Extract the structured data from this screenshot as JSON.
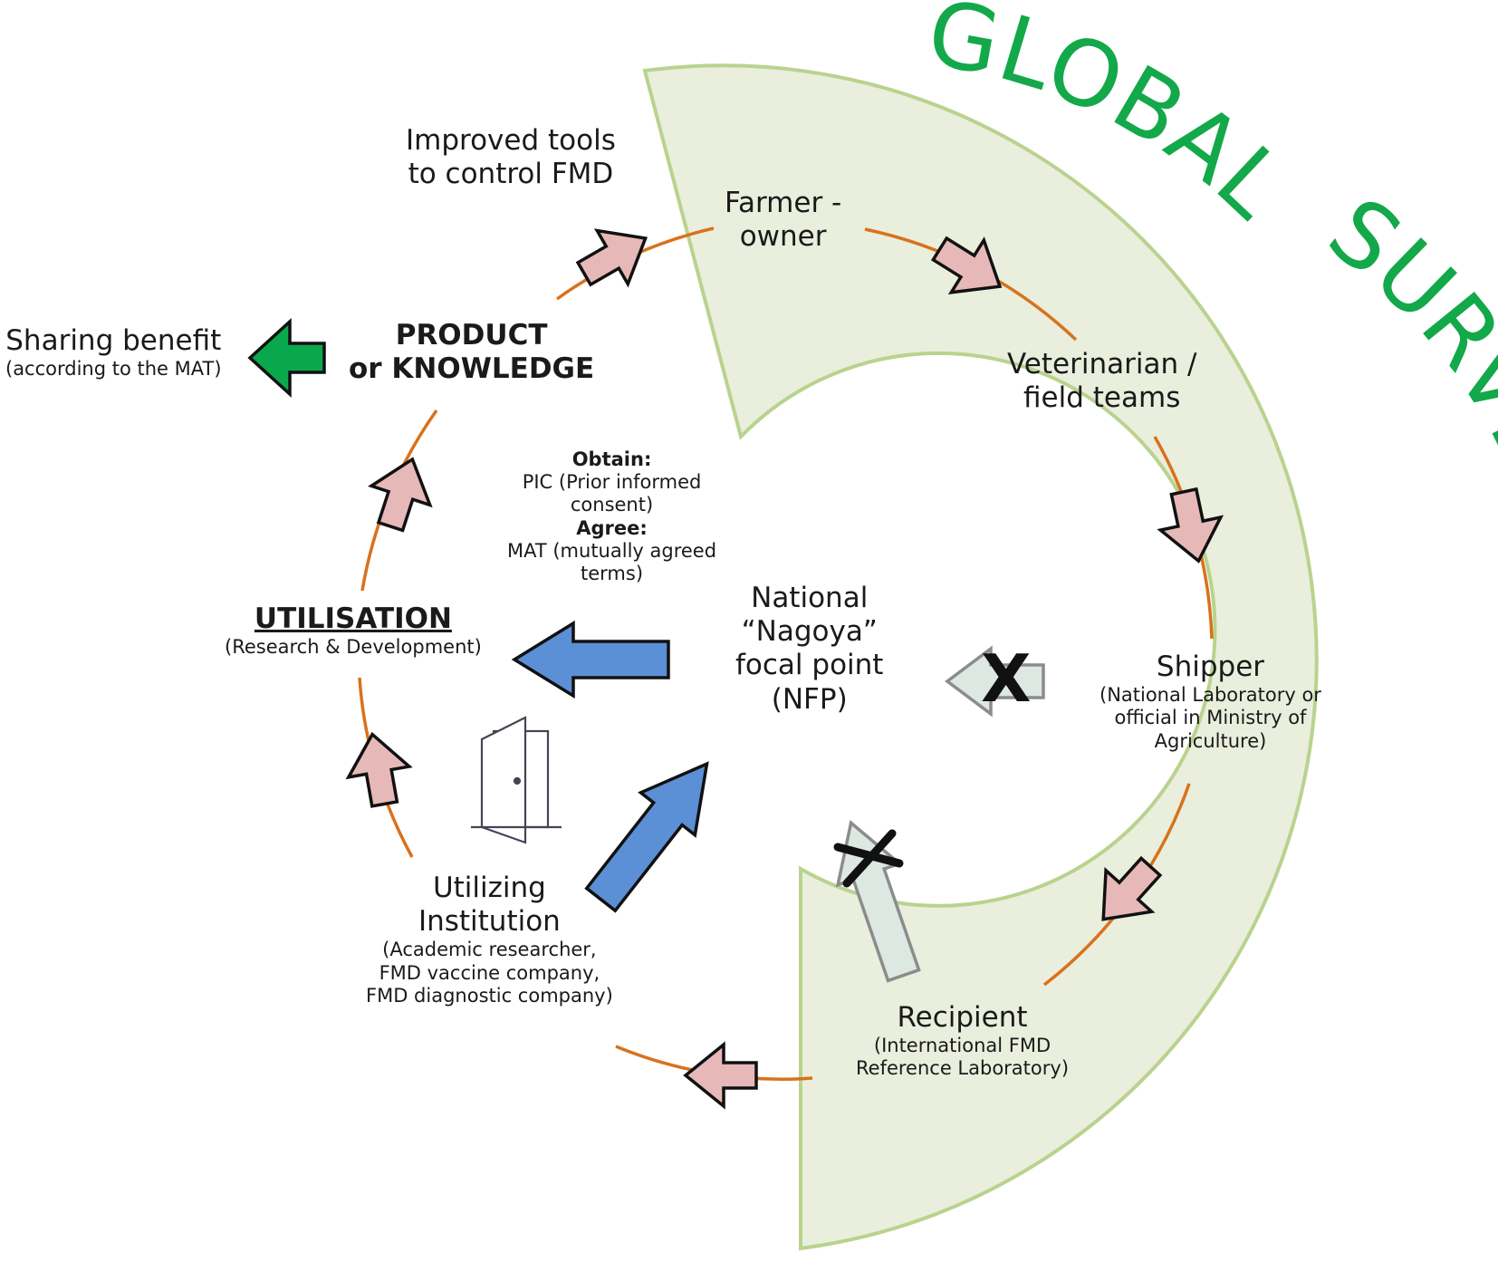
{
  "title_arc": {
    "word1": "GLOBAL",
    "word2": "SURVEILLANCE",
    "color": "#13a84a"
  },
  "colors": {
    "band_fill": "#e9efdc",
    "band_stroke": "#b9d38f",
    "cycle_line": "#d9711c",
    "cycle_arrow_fill": "#e6b9b8",
    "access_arrow_fill": "#5b8fd6",
    "benefit_arrow_fill": "#0aa84c",
    "blocked_arrow_fill": "#dde8e3",
    "blocked_arrow_stroke": "#8c8c8c"
  },
  "nodes": {
    "improved_tools": [
      "Improved tools",
      "to control FMD"
    ],
    "farmer": [
      "Farmer -",
      "owner"
    ],
    "veterinarian": [
      "Veterinarian /",
      "field teams"
    ],
    "shipper": {
      "title": "Shipper",
      "detail": [
        "(National Laboratory or",
        "official in Ministry of",
        "Agriculture)"
      ]
    },
    "recipient": {
      "title": "Recipient",
      "detail": [
        "(International FMD",
        "Reference Laboratory)"
      ]
    },
    "utilizing": {
      "title": [
        "Utilizing",
        "Institution"
      ],
      "detail": [
        "(Academic researcher,",
        "FMD vaccine company,",
        "FMD diagnostic company)"
      ]
    },
    "utilisation": {
      "title": "UTILISATION",
      "detail": "(Research & Development)"
    },
    "product": [
      "PRODUCT",
      "or KNOWLEDGE"
    ],
    "sharing": {
      "title": "Sharing benefit",
      "detail": "(according to the MAT)"
    },
    "nfp": [
      "National",
      "“Nagoya”",
      "focal point",
      "(NFP)"
    ]
  },
  "conditions": {
    "obtain_label": "Obtain:",
    "obtain_text": [
      "PIC (Prior informed",
      "consent)"
    ],
    "agree_label": "Agree:",
    "agree_text": [
      "MAT (mutually agreed",
      "terms)"
    ]
  },
  "marks": {
    "cross_upper": "X",
    "cross_lower": "✕"
  },
  "icons": {
    "door": "open-door-icon"
  }
}
